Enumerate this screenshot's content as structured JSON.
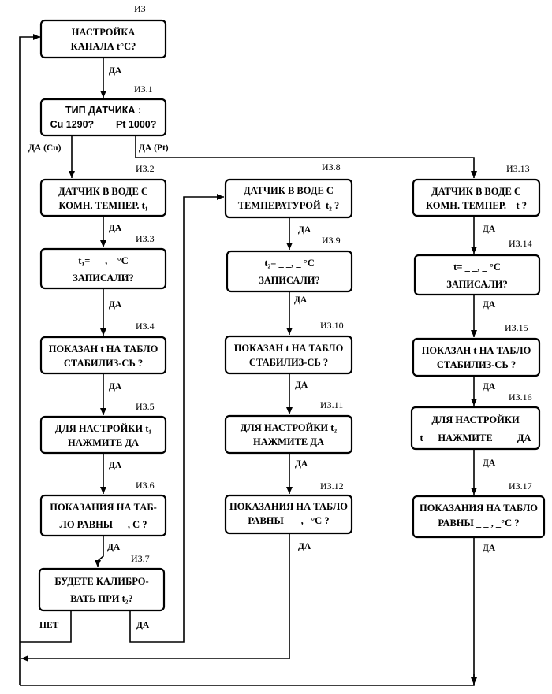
{
  "boxes": {
    "iz": {
      "id": "ИЗ",
      "lines": [
        "НАСТРОЙКА",
        "КАНАЛА t°C?"
      ]
    },
    "iz1": {
      "id": "ИЗ.1",
      "lines": [
        "ТИП ДАТЧИКА :",
        "Cu 1290?        Pt 1000?"
      ]
    },
    "iz2": {
      "id": "ИЗ.2",
      "lines": [
        "ДАТЧИК В ВОДЕ С",
        "КОМН. ТЕМПЕР. t₁"
      ]
    },
    "iz3": {
      "id": "ИЗ.3",
      "lines": [
        "t₁= _ _, _ °C",
        "ЗАПИСАЛИ?"
      ]
    },
    "iz4": {
      "id": "ИЗ.4",
      "lines": [
        "ПОКАЗАН t НА ТАБЛО",
        "СТАБИЛИЗ-СЬ ?"
      ]
    },
    "iz5": {
      "id": "ИЗ.5",
      "lines": [
        "ДЛЯ НАСТРОЙКИ t₁",
        "НАЖМИТЕ ДА"
      ]
    },
    "iz6": {
      "id": "ИЗ.6",
      "lines": [
        "ПОКАЗАНИЯ НА ТАБ-",
        "ЛО РАВНЫ      , С ?"
      ]
    },
    "iz7": {
      "id": "ИЗ.7",
      "lines": [
        "БУДЕТЕ КАЛИБРО-",
        "ВАТЬ ПРИ t₂?"
      ]
    },
    "iz8": {
      "id": "ИЗ.8",
      "lines": [
        "ДАТЧИК В ВОДЕ С",
        "ТЕМПЕРАТУРОЙ  t₂ ?"
      ]
    },
    "iz9": {
      "id": "ИЗ.9",
      "lines": [
        "t₂= _ _, _ °C",
        "ЗАПИСАЛИ?"
      ]
    },
    "iz10": {
      "id": "ИЗ.10",
      "lines": [
        "ПОКАЗАН t НА ТАБЛО",
        "СТАБИЛИЗ-СЬ ?"
      ]
    },
    "iz11": {
      "id": "ИЗ.11",
      "lines": [
        "ДЛЯ НАСТРОЙКИ t₂",
        "НАЖМИТЕ ДА"
      ]
    },
    "iz12": {
      "id": "ИЗ.12",
      "lines": [
        "ПОКАЗАНИЯ НА ТАБЛО",
        "РАВНЫ _ _ , _°C ?"
      ]
    },
    "iz13": {
      "id": "ИЗ.13",
      "lines": [
        "ДАТЧИК В ВОДЕ С",
        "КОМН. ТЕМПЕР.    t ?"
      ]
    },
    "iz14": {
      "id": "ИЗ.14",
      "lines": [
        "t= _ _, _ °C",
        "ЗАПИСАЛИ?"
      ]
    },
    "iz15": {
      "id": "ИЗ.15",
      "lines": [
        "ПОКАЗАН t НА ТАБЛО",
        "СТАБИЛИЗ-СЬ ?"
      ]
    },
    "iz16": {
      "id": "ИЗ.16",
      "lines": [
        "ДЛЯ НАСТРОЙКИ",
        "t      НАЖМИТЕ          ДА"
      ]
    },
    "iz17": {
      "id": "ИЗ.17",
      "lines": [
        "ПОКАЗАНИЯ НА ТАБЛО",
        "РАВНЫ _ _ , _°C ?"
      ]
    }
  },
  "labels": {
    "da": "ДА",
    "da_cu": "ДА (Cu)",
    "da_pt": "ДА (Pt)",
    "net": "НЕТ"
  }
}
